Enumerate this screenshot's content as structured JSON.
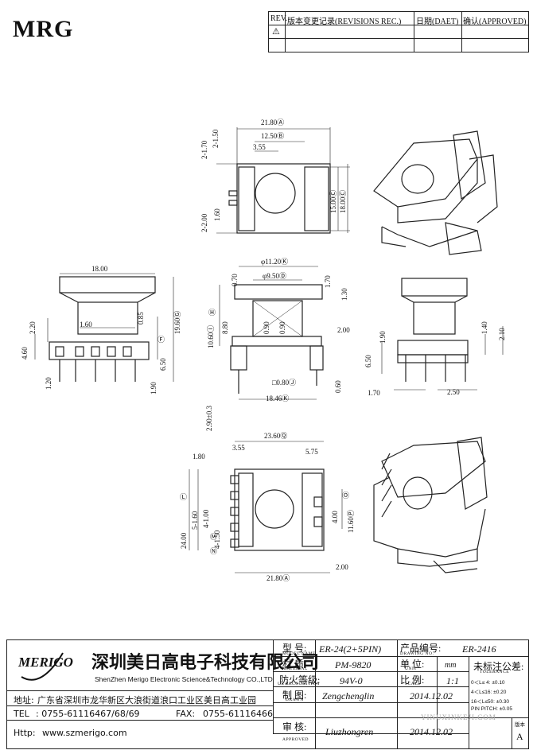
{
  "logo": {
    "text": "MRG"
  },
  "revision_table": {
    "headers": [
      "REV.",
      "版本变更记录(REVISIONS REC.)",
      "日期(DAET)",
      "确认(APPROVED)"
    ],
    "row1_symbol": "⚠"
  },
  "views": {
    "top": {
      "dims": [
        "21.80Ⓐ",
        "12.50Ⓑ",
        "3.55",
        "2-1.50",
        "2-1.70",
        "2-2.00",
        "1.60",
        "15.00Ⓒ",
        "18.00Ⓒ"
      ]
    },
    "front": {
      "dims": [
        "18.00",
        "2.20",
        "1.60",
        "0.85",
        "4.60",
        "6.50",
        "1.20",
        "1.90",
        "19.60Ⓖ",
        "Ⓕ"
      ]
    },
    "section": {
      "dims": [
        "φ11.20Ⓚ",
        "φ9.50Ⓓ",
        "0.70",
        "1.70",
        "1.30",
        "Ⓗ",
        "10.60Ⓘ",
        "8.80",
        "0.90",
        "0.90",
        "2.00",
        "□0.80Ⓙ",
        "0.60",
        "18.46Ⓚ",
        "2.90±0.3"
      ]
    },
    "side": {
      "dims": [
        "1.40",
        "2.10",
        "6.50",
        "1.90",
        "1.70",
        "2.50"
      ]
    },
    "bottom": {
      "dims": [
        "23.60Ⓠ",
        "1.80",
        "3.55",
        "5.75",
        "Ⓛ",
        "24.00",
        "5-1.60",
        "4-1.00",
        "4-1.50",
        "Ⓜ",
        "Ⓝ",
        "11.60Ⓟ",
        "4.00",
        "Ⓞ",
        "21.80Ⓐ",
        "2.00"
      ]
    }
  },
  "title_block": {
    "brand": "MERIGO",
    "company_cn": "深圳美日高电子科技有限公司",
    "company_en": "ShenZhen Merigo Electronic Science&Technology CO.,LTD",
    "address_label": "地址:",
    "address": "广东省深圳市龙华新区大浪街道浪口工业区美日高工业园",
    "tel_label": "TEL",
    "tel": ": 0755-61116467/68/69",
    "fax_label": "FAX:",
    "fax": "0755-61116466",
    "http_label": "Http:",
    "http": "www.szmerigo.com",
    "model_label": "型  号:",
    "model_sub": "MODEL NAME",
    "model": "ER-24(2+5PIN)",
    "drawing_no_label": "产品编号:",
    "drawing_no_sub": "DRAWING NO.",
    "drawing_no": "ER-2416",
    "material_label": "材  质:",
    "material_sub": "MATERIAL",
    "material": "PM-9820",
    "unit_label": "单  位:",
    "unit_sub": "UNIT",
    "unit": "mm",
    "tolerance_label": "未标注公差:",
    "tolerance_sub": "TOLERANCE",
    "tolerance_rows": [
      "0＜L≤ 4:  ±0.10",
      "4＜L≤16:  ±0.20",
      "16＜L≤50: ±0.30",
      "PIN PITCH: ±0.05"
    ],
    "fire_label": "防火等级:",
    "fire_sub": "UL RECOGNITION",
    "fire": "94V-0",
    "scale_label": "比  例:",
    "scale_sub": "SCALE",
    "scale": "1:1",
    "drawn_label": "制  图:",
    "drawn_sub": "DRAWN",
    "drawn": "Zengchenglin",
    "drawn_date": "2014.12.02",
    "approved_label": "审  核:",
    "approved_sub": "APPROVED",
    "approved": "Liuzhongren",
    "approved_date": "2014.12.02",
    "version_label": "版本",
    "version": "A"
  },
  "watermark": "YINUXINKEJI.COM"
}
